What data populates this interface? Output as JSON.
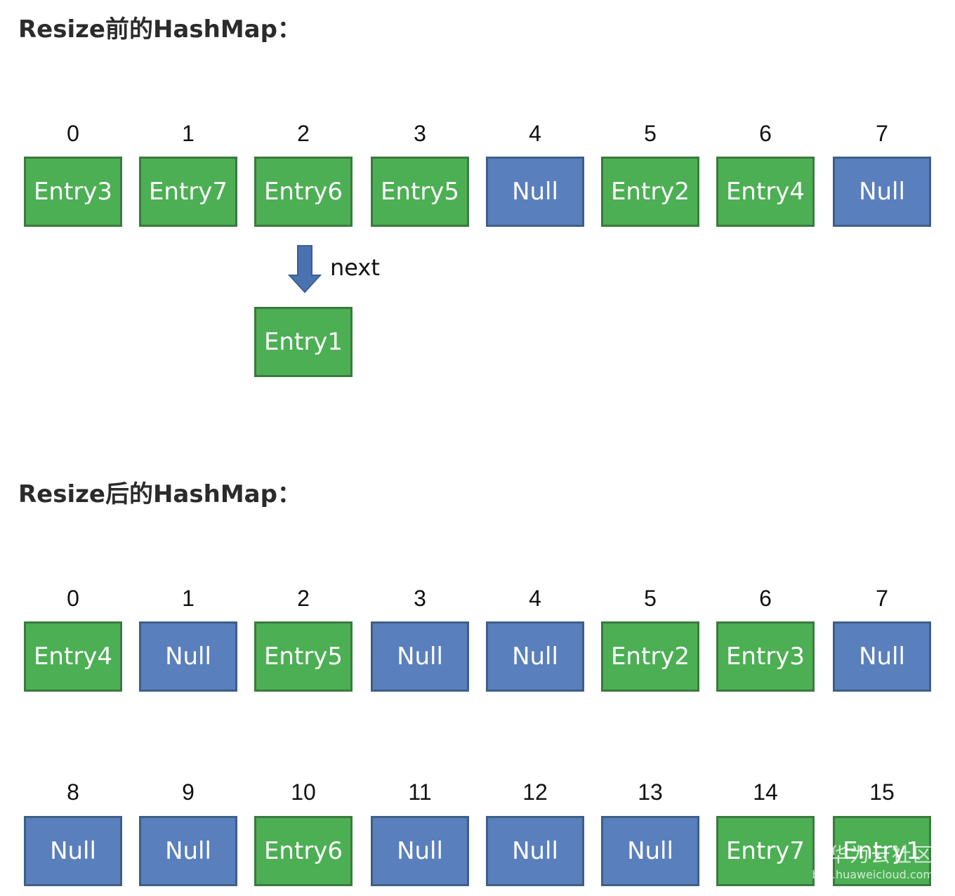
{
  "colors": {
    "green": "#4caf54",
    "blue": "#5a7fbd"
  },
  "before": {
    "heading": "Resize前的HashMap：",
    "buckets": [
      {
        "index": "0",
        "label": "Entry3",
        "color": "green"
      },
      {
        "index": "1",
        "label": "Entry7",
        "color": "green"
      },
      {
        "index": "2",
        "label": "Entry6",
        "color": "green"
      },
      {
        "index": "3",
        "label": "Entry5",
        "color": "green"
      },
      {
        "index": "4",
        "label": "Null",
        "color": "blue"
      },
      {
        "index": "5",
        "label": "Entry2",
        "color": "green"
      },
      {
        "index": "6",
        "label": "Entry4",
        "color": "green"
      },
      {
        "index": "7",
        "label": "Null",
        "color": "blue"
      }
    ],
    "chain": {
      "arrow_label": "next",
      "node_label": "Entry1",
      "color": "green"
    }
  },
  "after": {
    "heading": "Resize后的HashMap：",
    "row1": [
      {
        "index": "0",
        "label": "Entry4",
        "color": "green"
      },
      {
        "index": "1",
        "label": "Null",
        "color": "blue"
      },
      {
        "index": "2",
        "label": "Entry5",
        "color": "green"
      },
      {
        "index": "3",
        "label": "Null",
        "color": "blue"
      },
      {
        "index": "4",
        "label": "Null",
        "color": "blue"
      },
      {
        "index": "5",
        "label": "Entry2",
        "color": "green"
      },
      {
        "index": "6",
        "label": "Entry3",
        "color": "green"
      },
      {
        "index": "7",
        "label": "Null",
        "color": "blue"
      }
    ],
    "row2": [
      {
        "index": "8",
        "label": "Null",
        "color": "blue"
      },
      {
        "index": "9",
        "label": "Null",
        "color": "blue"
      },
      {
        "index": "10",
        "label": "Entry6",
        "color": "green"
      },
      {
        "index": "11",
        "label": "Null",
        "color": "blue"
      },
      {
        "index": "12",
        "label": "Null",
        "color": "blue"
      },
      {
        "index": "13",
        "label": "Null",
        "color": "blue"
      },
      {
        "index": "14",
        "label": "Entry7",
        "color": "green"
      },
      {
        "index": "15",
        "label": "Entry1",
        "color": "green"
      }
    ]
  },
  "watermark": {
    "line1": "华为云社区",
    "line2": "bbs.huaweicloud.com"
  }
}
